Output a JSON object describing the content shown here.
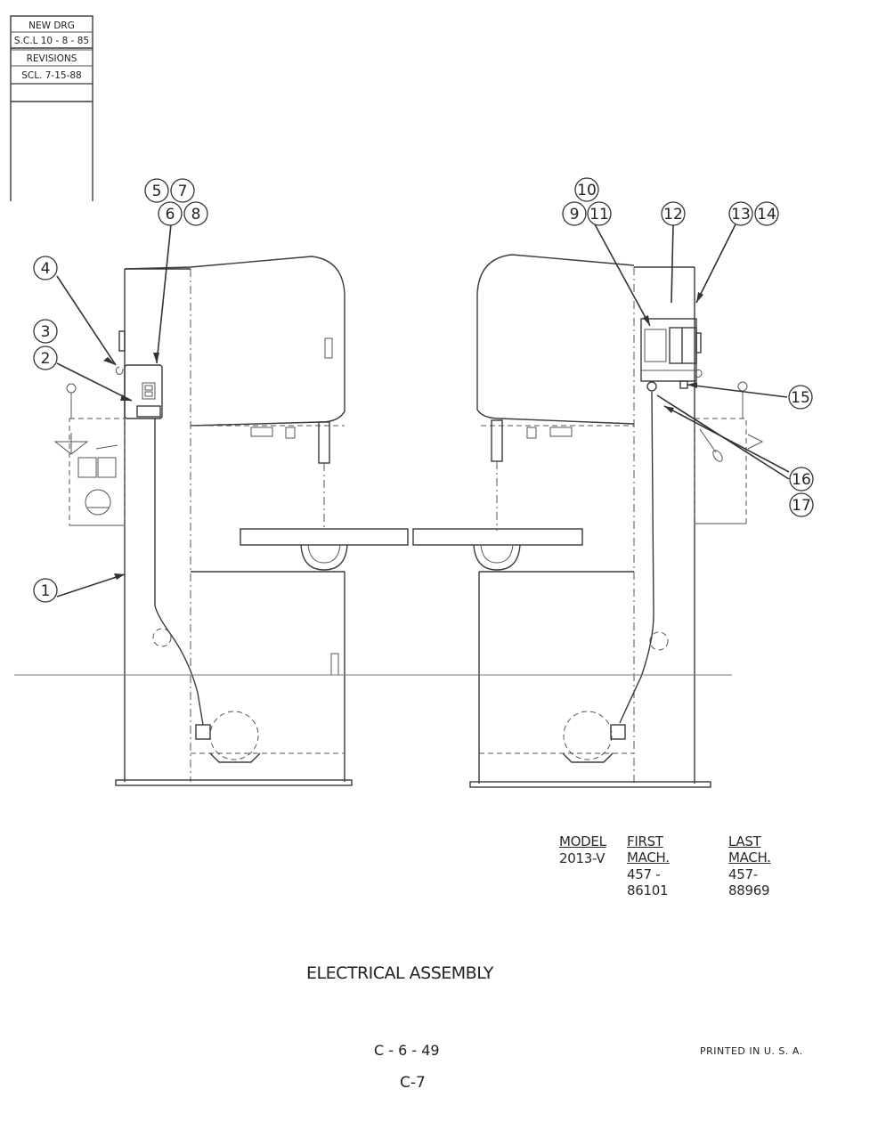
{
  "title_block": {
    "new_drg_label": "NEW   DRG",
    "new_drg_value": "S.C.L  10 - 8 - 85",
    "revisions_label": "REVISIONS",
    "revision_1": "SCL.  7-15-88"
  },
  "callouts": [
    "1",
    "2",
    "3",
    "4",
    "5",
    "6",
    "7",
    "8",
    "9",
    "10",
    "11",
    "12",
    "13",
    "14",
    "15",
    "16",
    "17"
  ],
  "model_table": {
    "headers": [
      "MODEL",
      "FIRST MACH.",
      "LAST MACH."
    ],
    "row": [
      "2013-V",
      "457 - 86101",
      "457- 88969"
    ]
  },
  "drawing_title": "ELECTRICAL  ASSEMBLY",
  "page_ref": "C - 6 - 49",
  "page_number": "C-7",
  "printed_in": "PRINTED   IN   U. S. A."
}
